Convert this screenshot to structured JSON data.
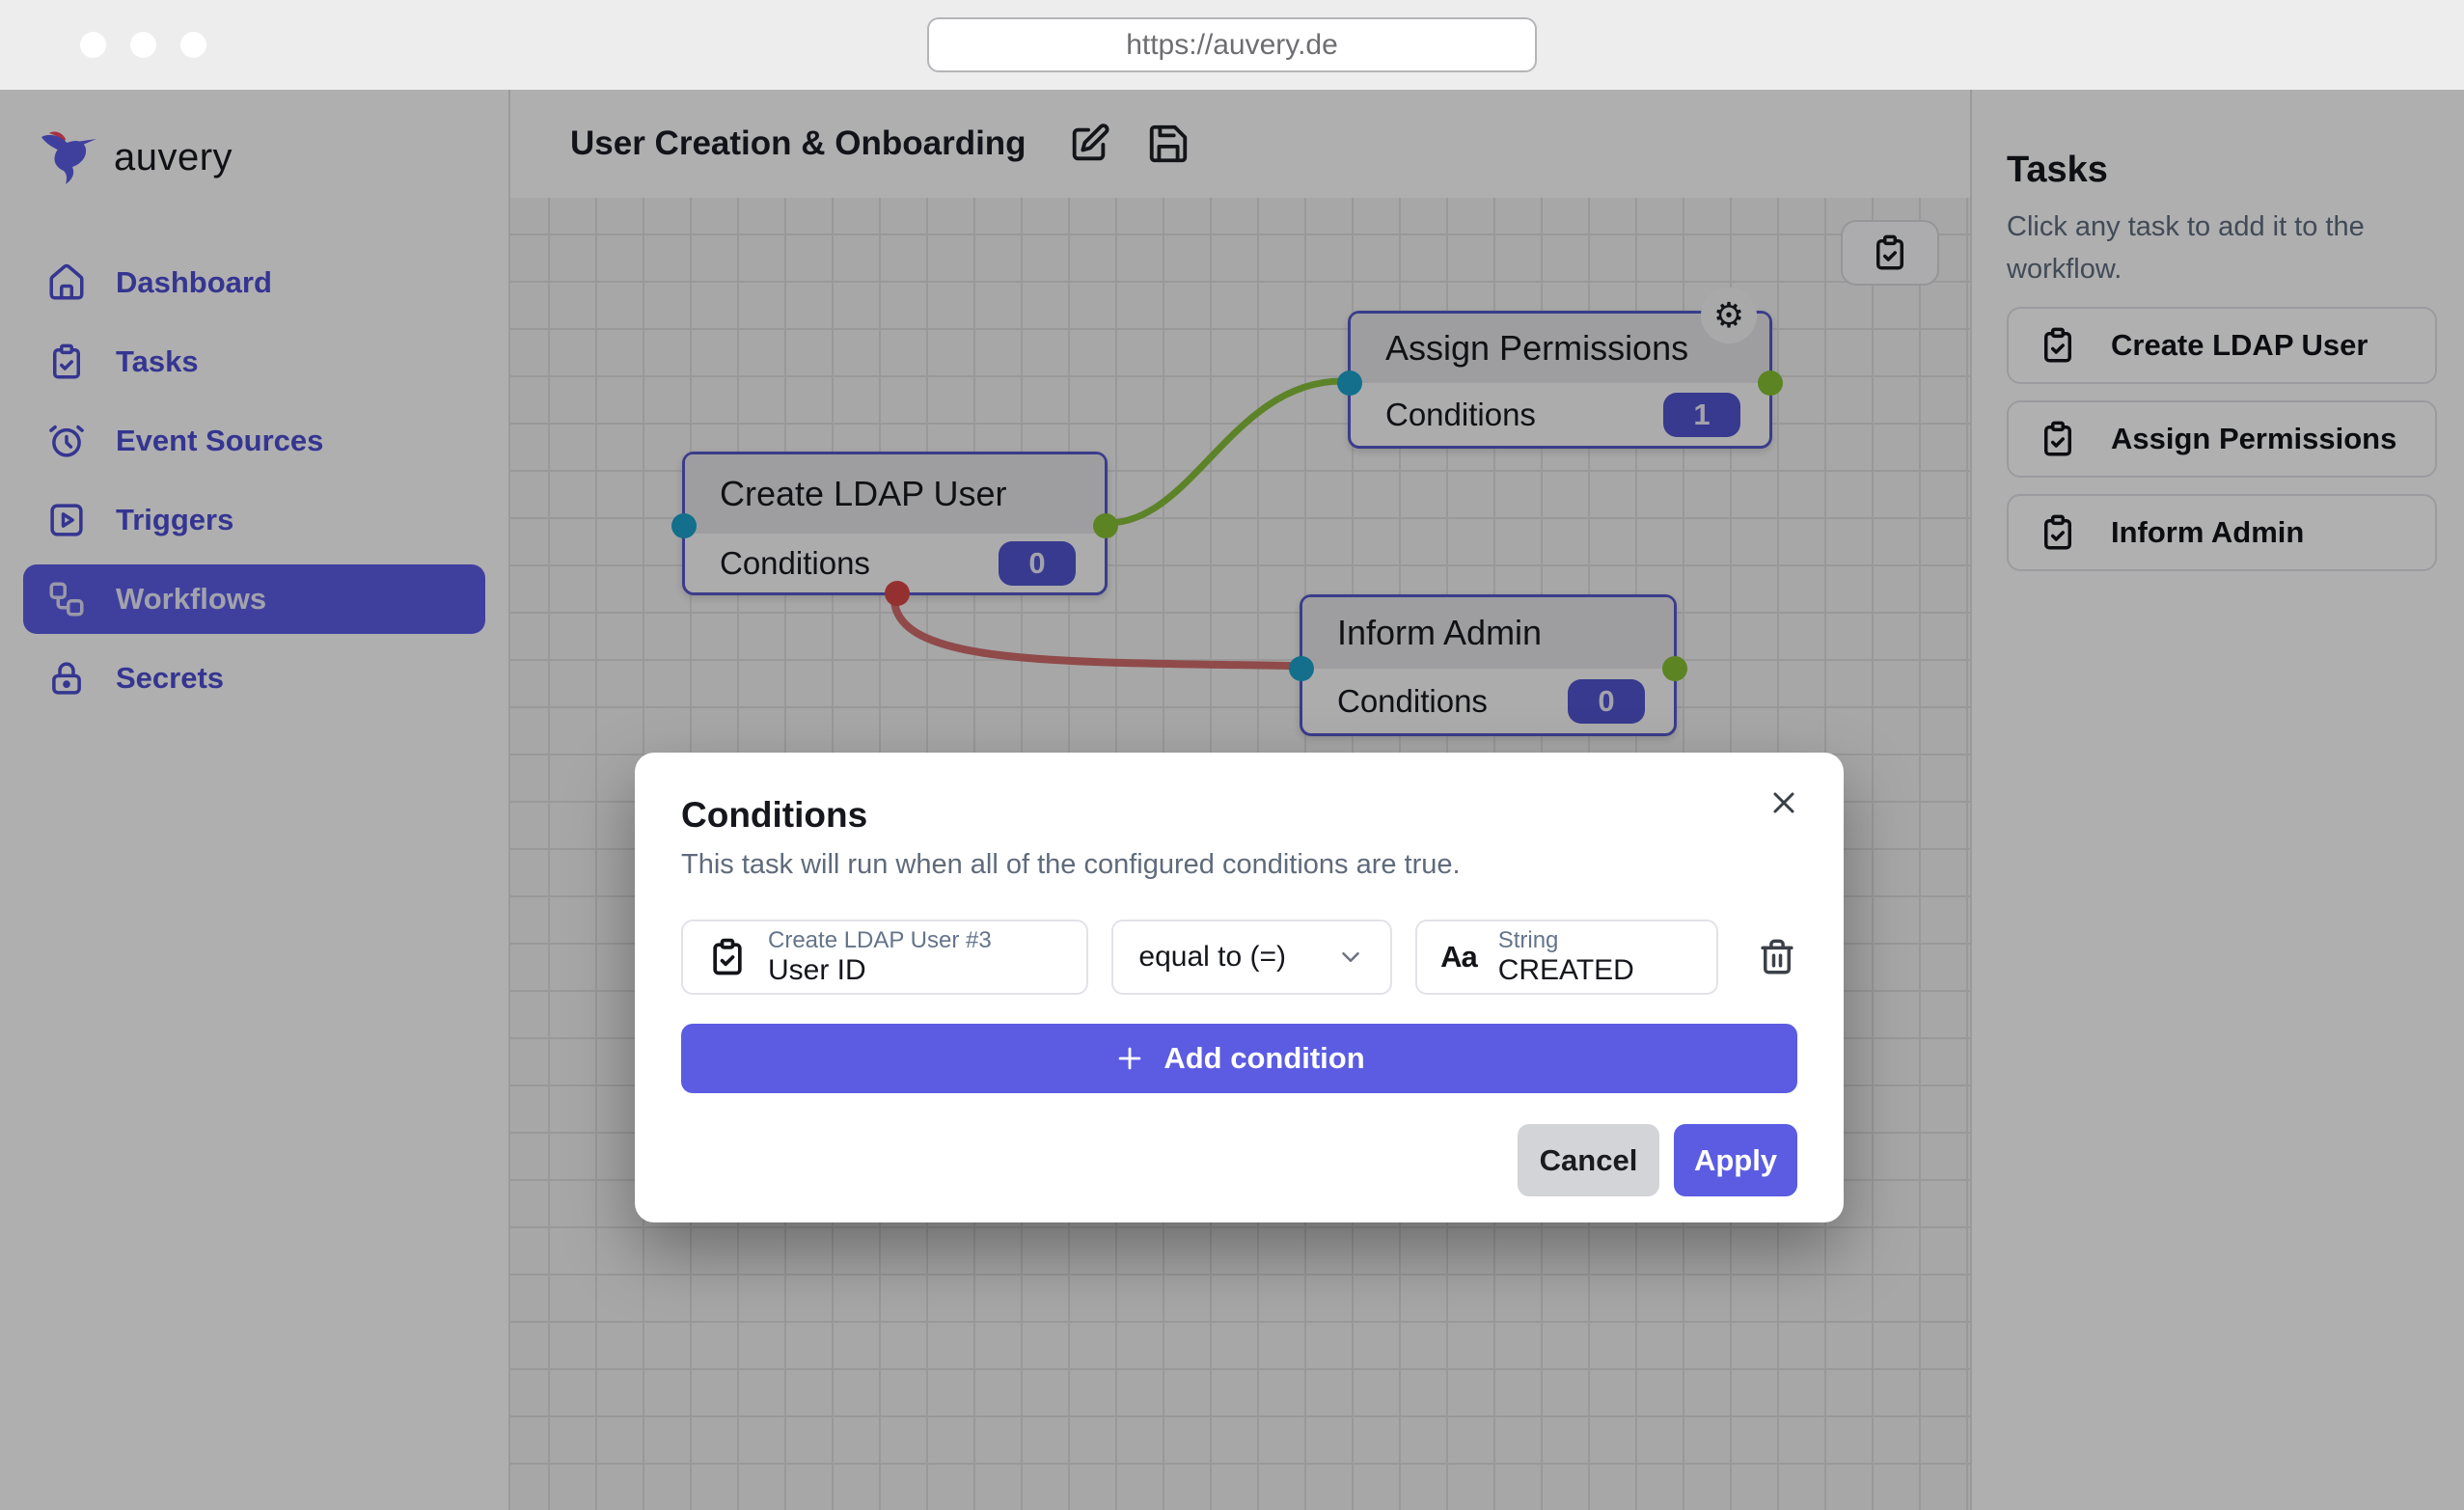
{
  "browser": {
    "url": "https://auvery.de",
    "traffic_lights": 3
  },
  "brand": {
    "name": "auvery",
    "logo_icon": "hummingbird-logo"
  },
  "sidebar": {
    "items": [
      {
        "label": "Dashboard",
        "icon": "home-icon",
        "active": false
      },
      {
        "label": "Tasks",
        "icon": "clipboard-check-icon",
        "active": false
      },
      {
        "label": "Event Sources",
        "icon": "alarm-clock-icon",
        "active": false
      },
      {
        "label": "Triggers",
        "icon": "play-square-icon",
        "active": false
      },
      {
        "label": "Workflows",
        "icon": "workflow-icon",
        "active": true
      },
      {
        "label": "Secrets",
        "icon": "lock-icon",
        "active": false
      }
    ]
  },
  "header": {
    "title": "User Creation & Onboarding",
    "edit_icon": "edit-pencil-icon",
    "save_icon": "save-floppy-icon"
  },
  "canvas": {
    "panel_toggle_icon": "clipboard-check-icon",
    "nodes": [
      {
        "title": "Create LDAP User",
        "conditions_label": "Conditions",
        "badge": "0",
        "ports": [
          "blue-left",
          "green-right",
          "red-bottom"
        ]
      },
      {
        "title": "Assign Permissions",
        "conditions_label": "Conditions",
        "badge": "1",
        "ports": [
          "blue-left",
          "green-right"
        ],
        "corner_icon": "gear-icon"
      },
      {
        "title": "Inform Admin",
        "conditions_label": "Conditions",
        "badge": "0",
        "ports": [
          "blue-left",
          "green-right"
        ]
      }
    ]
  },
  "tasks_panel": {
    "title": "Tasks",
    "subtitle": "Click any task to add it to the workflow.",
    "items": [
      {
        "label": "Create LDAP User",
        "icon": "clipboard-check-icon"
      },
      {
        "label": "Assign Permissions",
        "icon": "clipboard-check-icon"
      },
      {
        "label": "Inform Admin",
        "icon": "clipboard-check-icon"
      }
    ]
  },
  "modal": {
    "title": "Conditions",
    "description": "This task will run when all of the configured conditions are true.",
    "condition": {
      "source_icon": "clipboard-check-icon",
      "source_label": "Create LDAP User #3",
      "source_value": "User ID",
      "operator": "equal to (=)",
      "type_icon": "letter-case-icon",
      "type_glyph": "Aa",
      "value_type": "String",
      "value": "CREATED"
    },
    "add_button": "Add condition",
    "cancel_button": "Cancel",
    "apply_button": "Apply",
    "close_icon": "close-x-icon"
  },
  "colors": {
    "accent_indigo": "#5b5ce2",
    "node_border": "#5356c8",
    "badge_bg": "#5053cc",
    "port_blue": "#1c9fc8",
    "port_green": "#84bd33",
    "port_red": "#d64545",
    "wire_green": "#86bc3c",
    "wire_red": "#cf6a6a",
    "overlay": "rgba(0,0,0,0.30)"
  }
}
